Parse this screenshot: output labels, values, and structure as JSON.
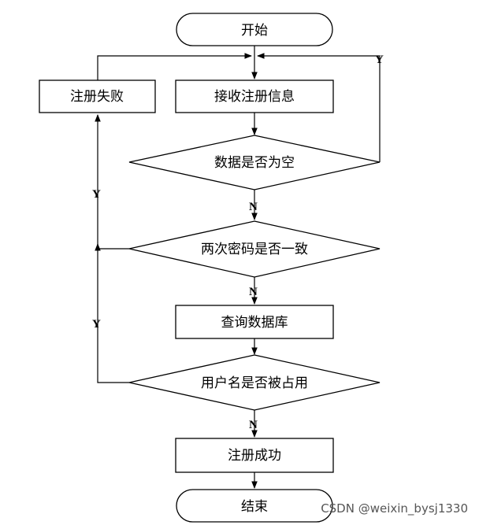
{
  "nodes": {
    "start": "开始",
    "receive": "接收注册信息",
    "fail": "注册失败",
    "empty_check": "数据是否为空",
    "pwd_check": "两次密码是否一致",
    "query": "查询数据库",
    "name_check": "用户名是否被占用",
    "success": "注册成功",
    "end": "结束"
  },
  "edges": {
    "empty_yes": "Y",
    "empty_no": "N",
    "pwd_yes": "Y",
    "pwd_no": "N",
    "name_yes": "Y",
    "name_no": "N"
  },
  "watermark": "CSDN @weixin_bysj1330"
}
